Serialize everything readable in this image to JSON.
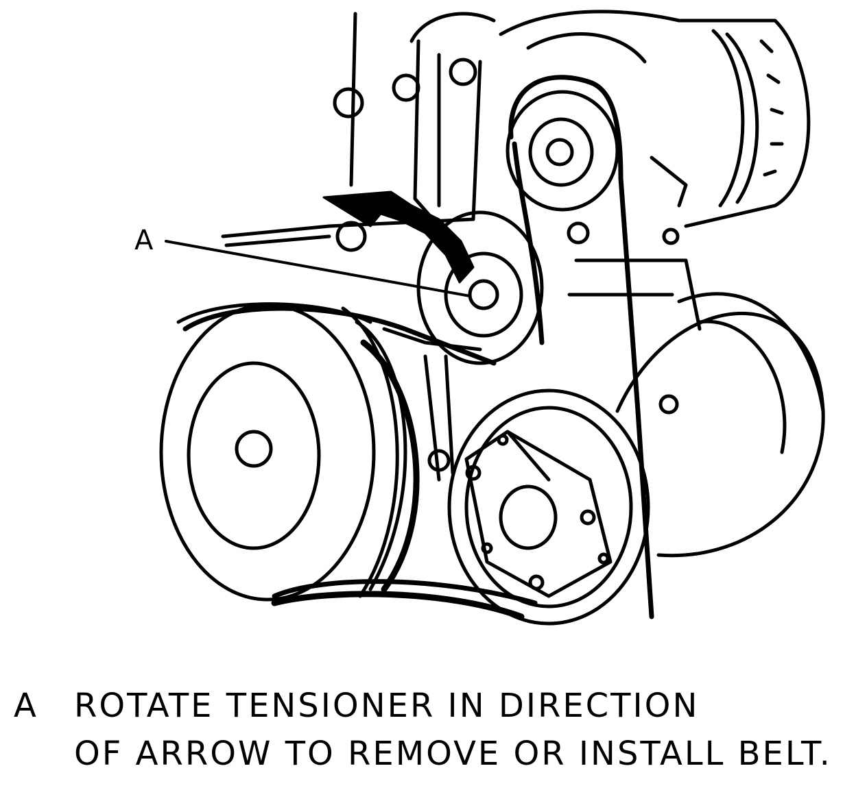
{
  "diagram": {
    "callout_letter": "A",
    "legend": {
      "key": "A",
      "line1": "ROTATE TENSIONER IN DIRECTION",
      "line2": "OF ARROW TO REMOVE OR INSTALL BELT."
    }
  }
}
